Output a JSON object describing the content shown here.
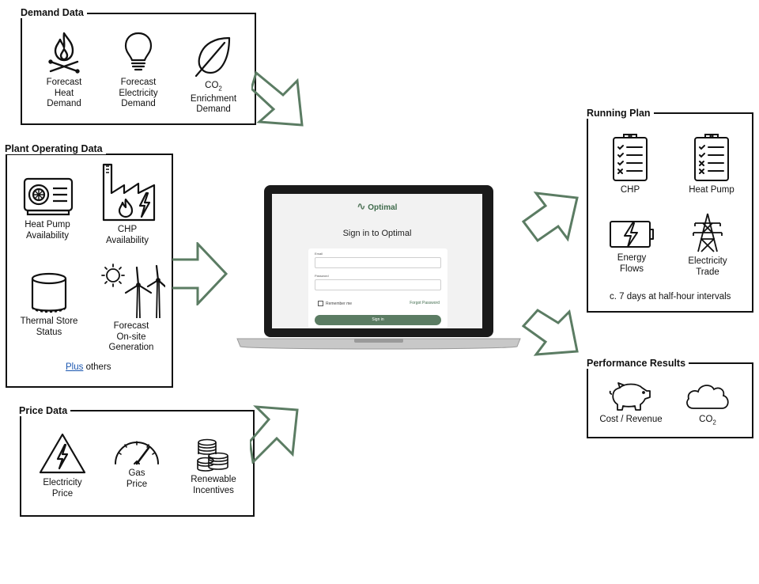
{
  "demand": {
    "title": "Demand Data",
    "items": [
      {
        "icon": "fire-icon",
        "label": "Forecast\nHeat\nDemand"
      },
      {
        "icon": "lightbulb-icon",
        "label": "Forecast\nElectricity\nDemand"
      },
      {
        "icon": "leaf-icon",
        "label_prefix": "CO",
        "label_sub": "2",
        "label_rest": "Enrichment\nDemand"
      }
    ]
  },
  "plant": {
    "title": "Plant Operating Data",
    "items": [
      {
        "icon": "heat-pump-icon",
        "label": "Heat Pump\nAvailability"
      },
      {
        "icon": "factory-icon",
        "label": "CHP\nAvailability"
      },
      {
        "icon": "cylinder-icon",
        "label": "Thermal Store\nStatus"
      },
      {
        "icon": "wind-solar-icon",
        "label": "Forecast\nOn-site\nGeneration"
      }
    ],
    "plus_link": "Plus",
    "plus_rest": " others"
  },
  "price": {
    "title": "Price Data",
    "items": [
      {
        "icon": "hazard-icon",
        "label": "Electricity\nPrice"
      },
      {
        "icon": "gauge-icon",
        "label": "Gas\nPrice"
      },
      {
        "icon": "coins-icon",
        "label": "Renewable\nIncentives"
      }
    ]
  },
  "app_screen": {
    "brand": "Optimal",
    "heading": "Sign in to Optimal",
    "email_label": "Email",
    "password_label": "Password",
    "remember": "Remember me",
    "forgot": "Forgot Password",
    "signin": "Sign in"
  },
  "running_plan": {
    "title": "Running Plan",
    "items": [
      {
        "icon": "checklist-icon",
        "label": "CHP"
      },
      {
        "icon": "checklist-icon",
        "label": "Heat Pump"
      },
      {
        "icon": "battery-icon",
        "label": "Energy\nFlows"
      },
      {
        "icon": "pylon-icon",
        "label": "Electricity\nTrade"
      }
    ],
    "note": "c. 7 days at half-hour intervals"
  },
  "performance": {
    "title": "Performance Results",
    "items": [
      {
        "icon": "piggy-bank-icon",
        "label": "Cost / Revenue"
      },
      {
        "icon": "cloud-icon",
        "label_prefix": "CO",
        "label_sub": "2"
      }
    ]
  },
  "colors": {
    "arrow": "#5b7c63",
    "brand": "#3f6b4c",
    "button": "#5b7c63"
  }
}
